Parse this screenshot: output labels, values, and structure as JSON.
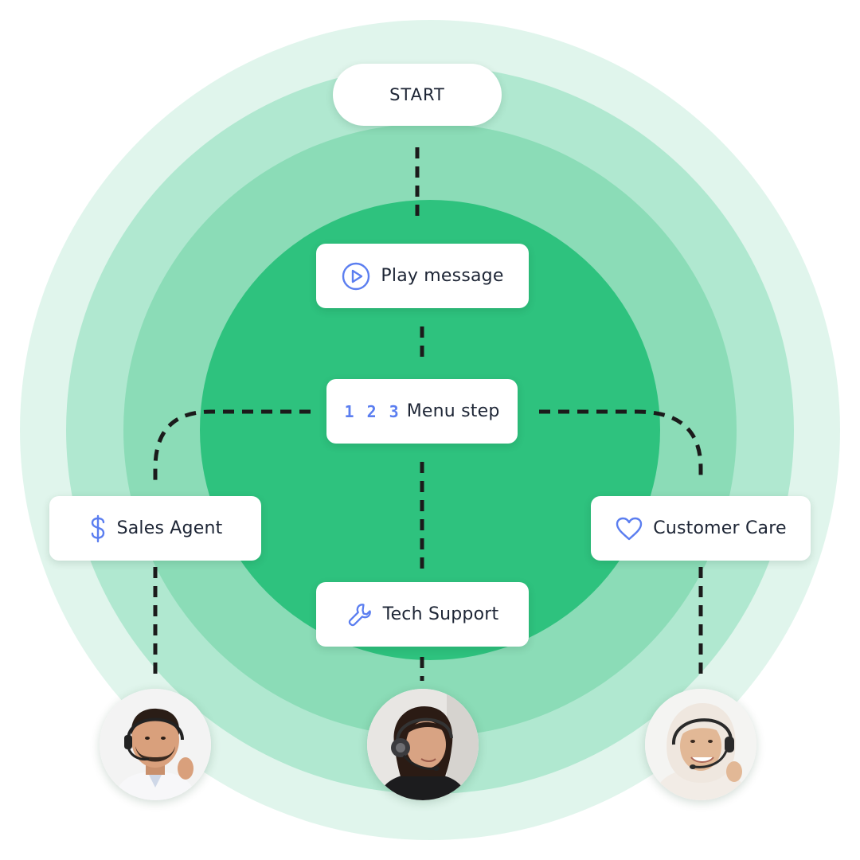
{
  "nodes": {
    "start": {
      "label": "START"
    },
    "play_message": {
      "label": "Play message",
      "icon": "play-circle-icon"
    },
    "menu_step": {
      "label": "Menu step",
      "icon_text": "1 2 3",
      "icon": "number-keypad-icon"
    },
    "sales_agent": {
      "label": "Sales Agent",
      "icon": "dollar-icon"
    },
    "customer_care": {
      "label": "Customer Care",
      "icon": "heart-icon"
    },
    "tech_support": {
      "label": "Tech Support",
      "icon": "wrench-icon"
    }
  },
  "avatars": {
    "sales": {
      "icon": "agent-man-headset-icon"
    },
    "tech": {
      "icon": "agent-woman-headset-icon"
    },
    "care": {
      "icon": "agent-woman-hijab-headset-icon"
    }
  },
  "colors": {
    "ring_outer": "#e0f5ec",
    "ring_2": "#b0e8d0",
    "ring_3": "#8bdcb7",
    "ring_inner": "#2ec27e",
    "connector": "#1b1b1b",
    "icon_accent": "#5b7ef0"
  }
}
